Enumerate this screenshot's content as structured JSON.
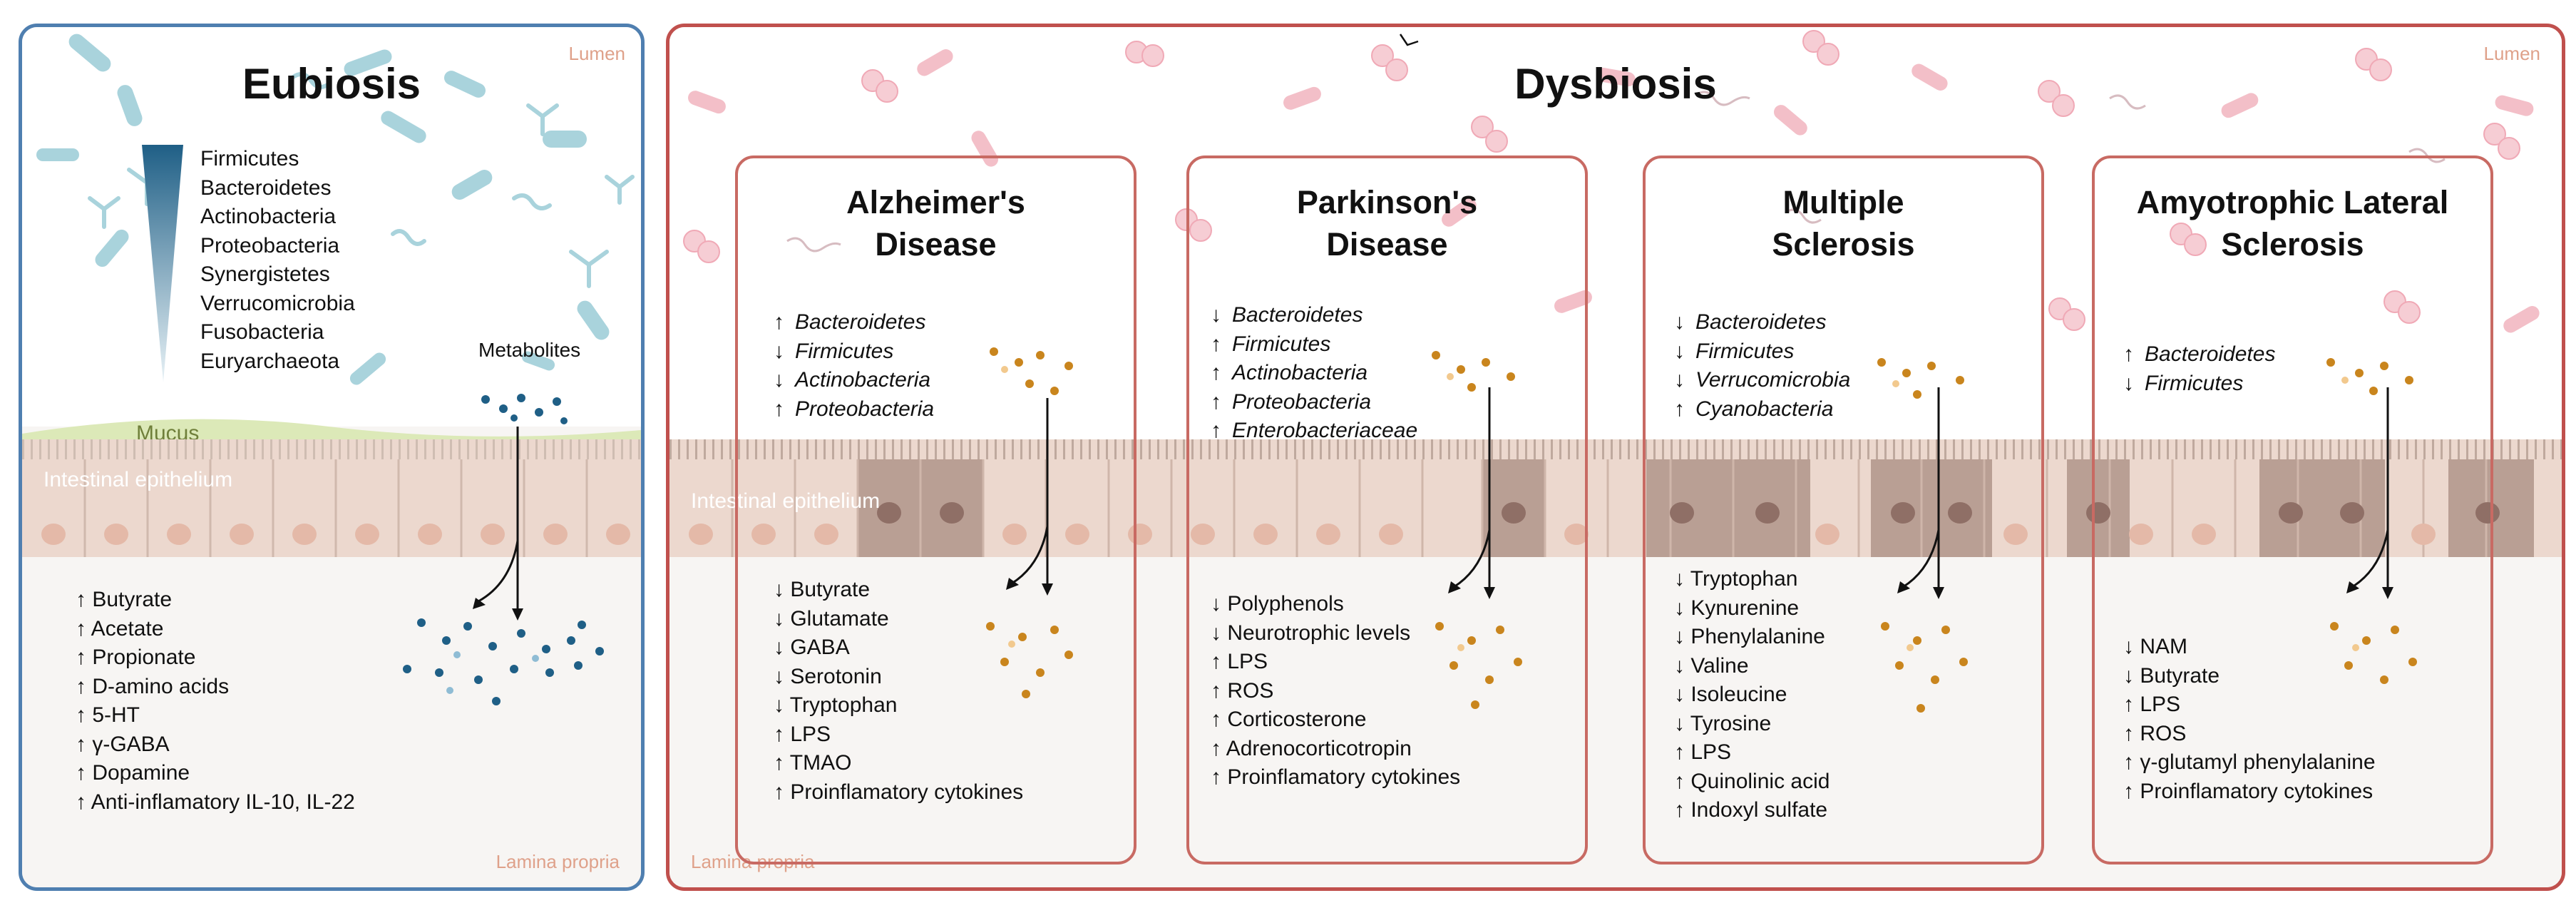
{
  "eubiosis": {
    "title": "Eubiosis",
    "lumen_label": "Lumen",
    "mucus_label": "Mucus",
    "epithelium_label": "Intestinal epithelium",
    "lamina_label": "Lamina propria",
    "metabolites_label": "Metabolites",
    "phyla": [
      "Firmicutes",
      "Bacteroidetes",
      "Actinobacteria",
      "Proteobacteria",
      "Synergistetes",
      "Verrucomicrobia",
      "Fusobacteria",
      "Euryarchaeota"
    ],
    "effects": [
      "↑ Butyrate",
      "↑ Acetate",
      "↑ Propionate",
      "↑ D-amino acids",
      "↑ 5-HT",
      "↑ γ-GABA",
      "↑ Dopamine",
      "↑ Anti-inflamatory IL-10, IL-22"
    ]
  },
  "dysbiosis": {
    "title": "Dysbiosis",
    "lumen_label": "Lumen",
    "epithelium_label": "Intestinal epithelium",
    "lamina_label": "Lamina propria",
    "diseases": [
      {
        "title_line1": "Alzheimer's",
        "title_line2": "Disease",
        "bacteria": [
          {
            "arrow": "↑",
            "name": "Bacteroidetes"
          },
          {
            "arrow": "↓",
            "name": "Firmicutes"
          },
          {
            "arrow": "↓",
            "name": "Actinobacteria"
          },
          {
            "arrow": "↑",
            "name": "Proteobacteria"
          }
        ],
        "effects": [
          "↓ Butyrate",
          "↓ Glutamate",
          "↓ GABA",
          "↓ Serotonin",
          "↓ Tryptophan",
          "↑ LPS",
          "↑ TMAO",
          "↑ Proinflamatory cytokines"
        ]
      },
      {
        "title_line1": "Parkinson's",
        "title_line2": "Disease",
        "bacteria": [
          {
            "arrow": "↓",
            "name": "Bacteroidetes"
          },
          {
            "arrow": "↑",
            "name": "Firmicutes"
          },
          {
            "arrow": "↑",
            "name": "Actinobacteria"
          },
          {
            "arrow": "↑",
            "name": "Proteobacteria"
          },
          {
            "arrow": "↑",
            "name": "Enterobacteriaceae"
          }
        ],
        "effects": [
          "↓ Polyphenols",
          "↓ Neurotrophic levels",
          "↑ LPS",
          "↑ ROS",
          "↑ Corticosterone",
          "↑ Adrenocorticotropin",
          "↑ Proinflamatory cytokines"
        ]
      },
      {
        "title_line1": "Multiple",
        "title_line2": "Sclerosis",
        "bacteria": [
          {
            "arrow": "↓",
            "name": "Bacteroidetes"
          },
          {
            "arrow": "↓",
            "name": "Firmicutes"
          },
          {
            "arrow": "↓",
            "name": "Verrucomicrobia"
          },
          {
            "arrow": "↑",
            "name": "Cyanobacteria"
          }
        ],
        "effects": [
          "↓ Tryptophan",
          "↓ Kynurenine",
          "↓ Phenylalanine",
          "↓ Valine",
          "↓ Isoleucine",
          "↓ Tyrosine",
          "↑ LPS",
          "↑ Quinolinic acid",
          "↑ Indoxyl sulfate"
        ]
      },
      {
        "title_line1": "Amyotrophic Lateral",
        "title_line2": "Sclerosis",
        "bacteria": [
          {
            "arrow": "↑",
            "name": "Bacteroidetes"
          },
          {
            "arrow": "↓",
            "name": "Firmicutes"
          }
        ],
        "effects": [
          "↓ NAM",
          "↓ Butyrate",
          "↑ LPS",
          "↑ ROS",
          "↑ γ-glutamyl phenylalanine",
          "↑ Proinflamatory cytokines"
        ]
      }
    ]
  },
  "colors": {
    "eubiosis_border": "#4f7fb0",
    "dysbiosis_border": "#c0504d",
    "eubiosis_bacteria": "#a9d3dc",
    "dysbiosis_bacteria": "#f3bfc8",
    "eubiosis_metabolite": "#1f5f86",
    "dysbiosis_metabolite": "#c9851d"
  }
}
